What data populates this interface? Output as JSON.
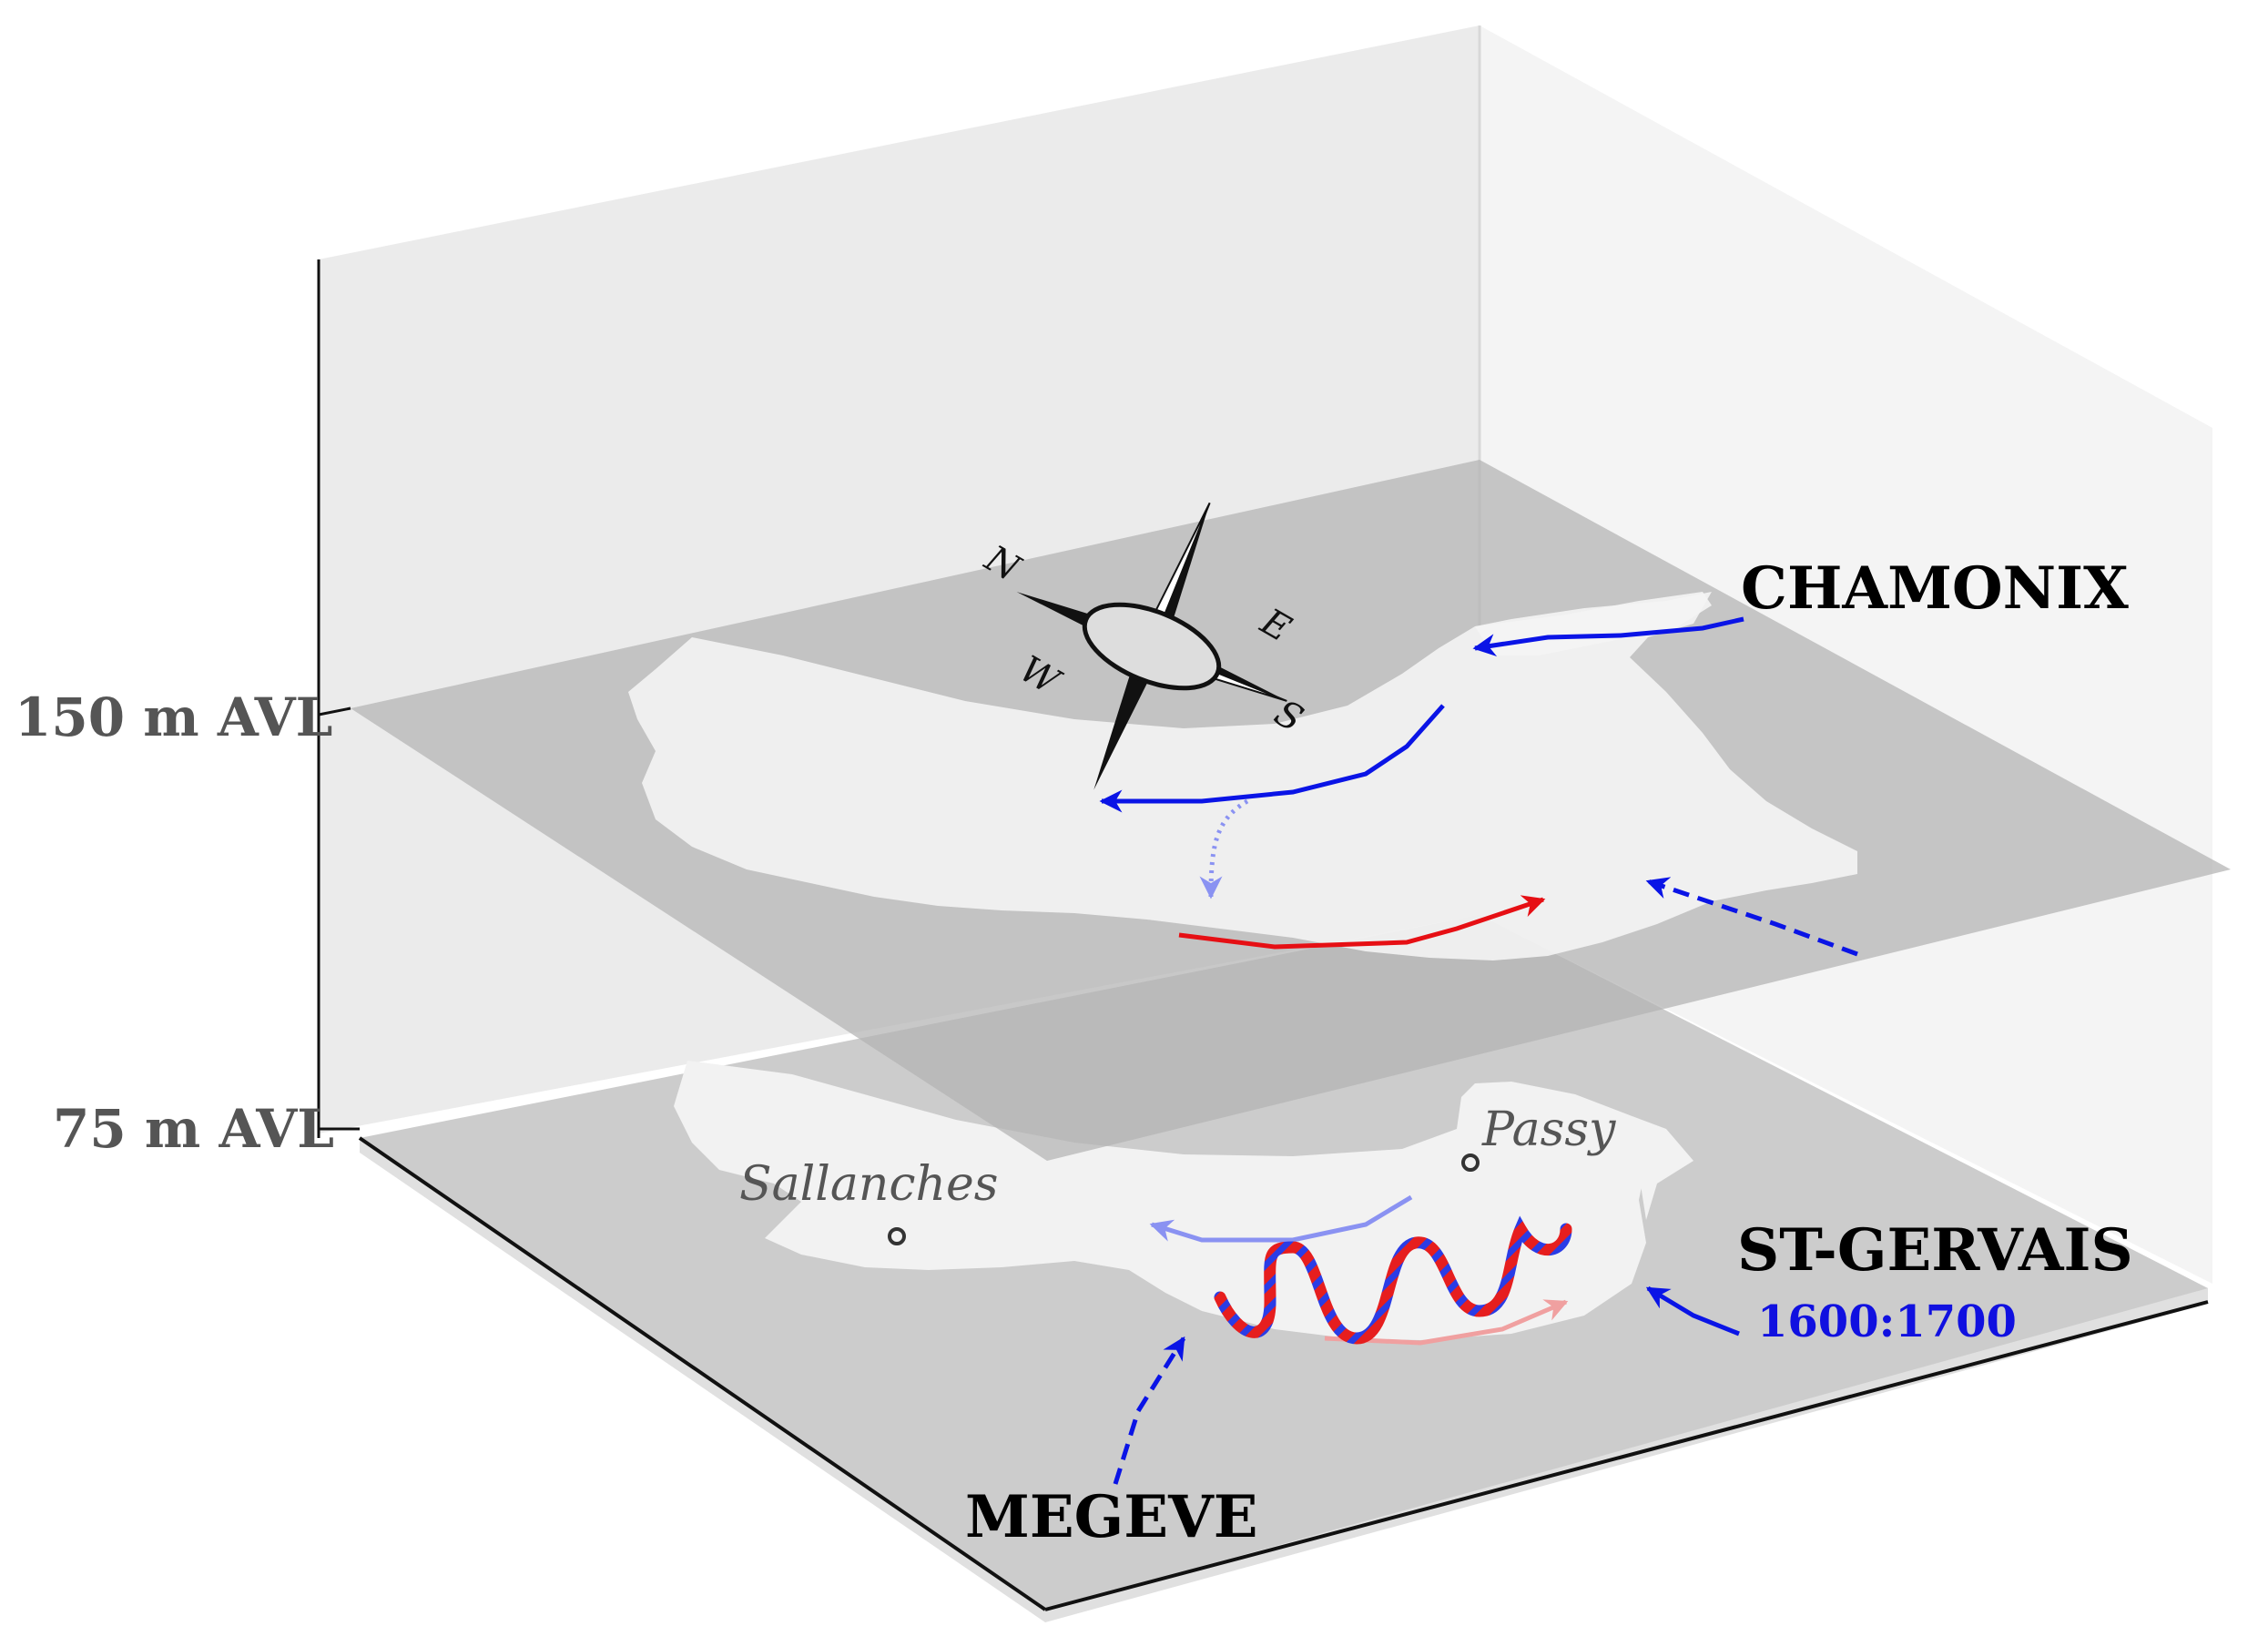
{
  "levels": {
    "upper": "150 m AVL",
    "lower": "75 m AVL"
  },
  "towns": {
    "chamonix": "CHAMONIX",
    "st_gervais": "ST-GERVAIS",
    "megeve": "MEGEVE"
  },
  "places": {
    "sallanches": "Sallanches",
    "passy": "Passy"
  },
  "time_label": "1600:1700",
  "compass": {
    "n": "N",
    "e": "E",
    "s": "S",
    "w": "W"
  },
  "colors": {
    "downvalley_wind": "#0a14e6",
    "upvalley_wind": "#e60f14",
    "terrain": "#cccccc",
    "valley_floor": "#f2f2f2",
    "time_label": "#1010e0"
  }
}
